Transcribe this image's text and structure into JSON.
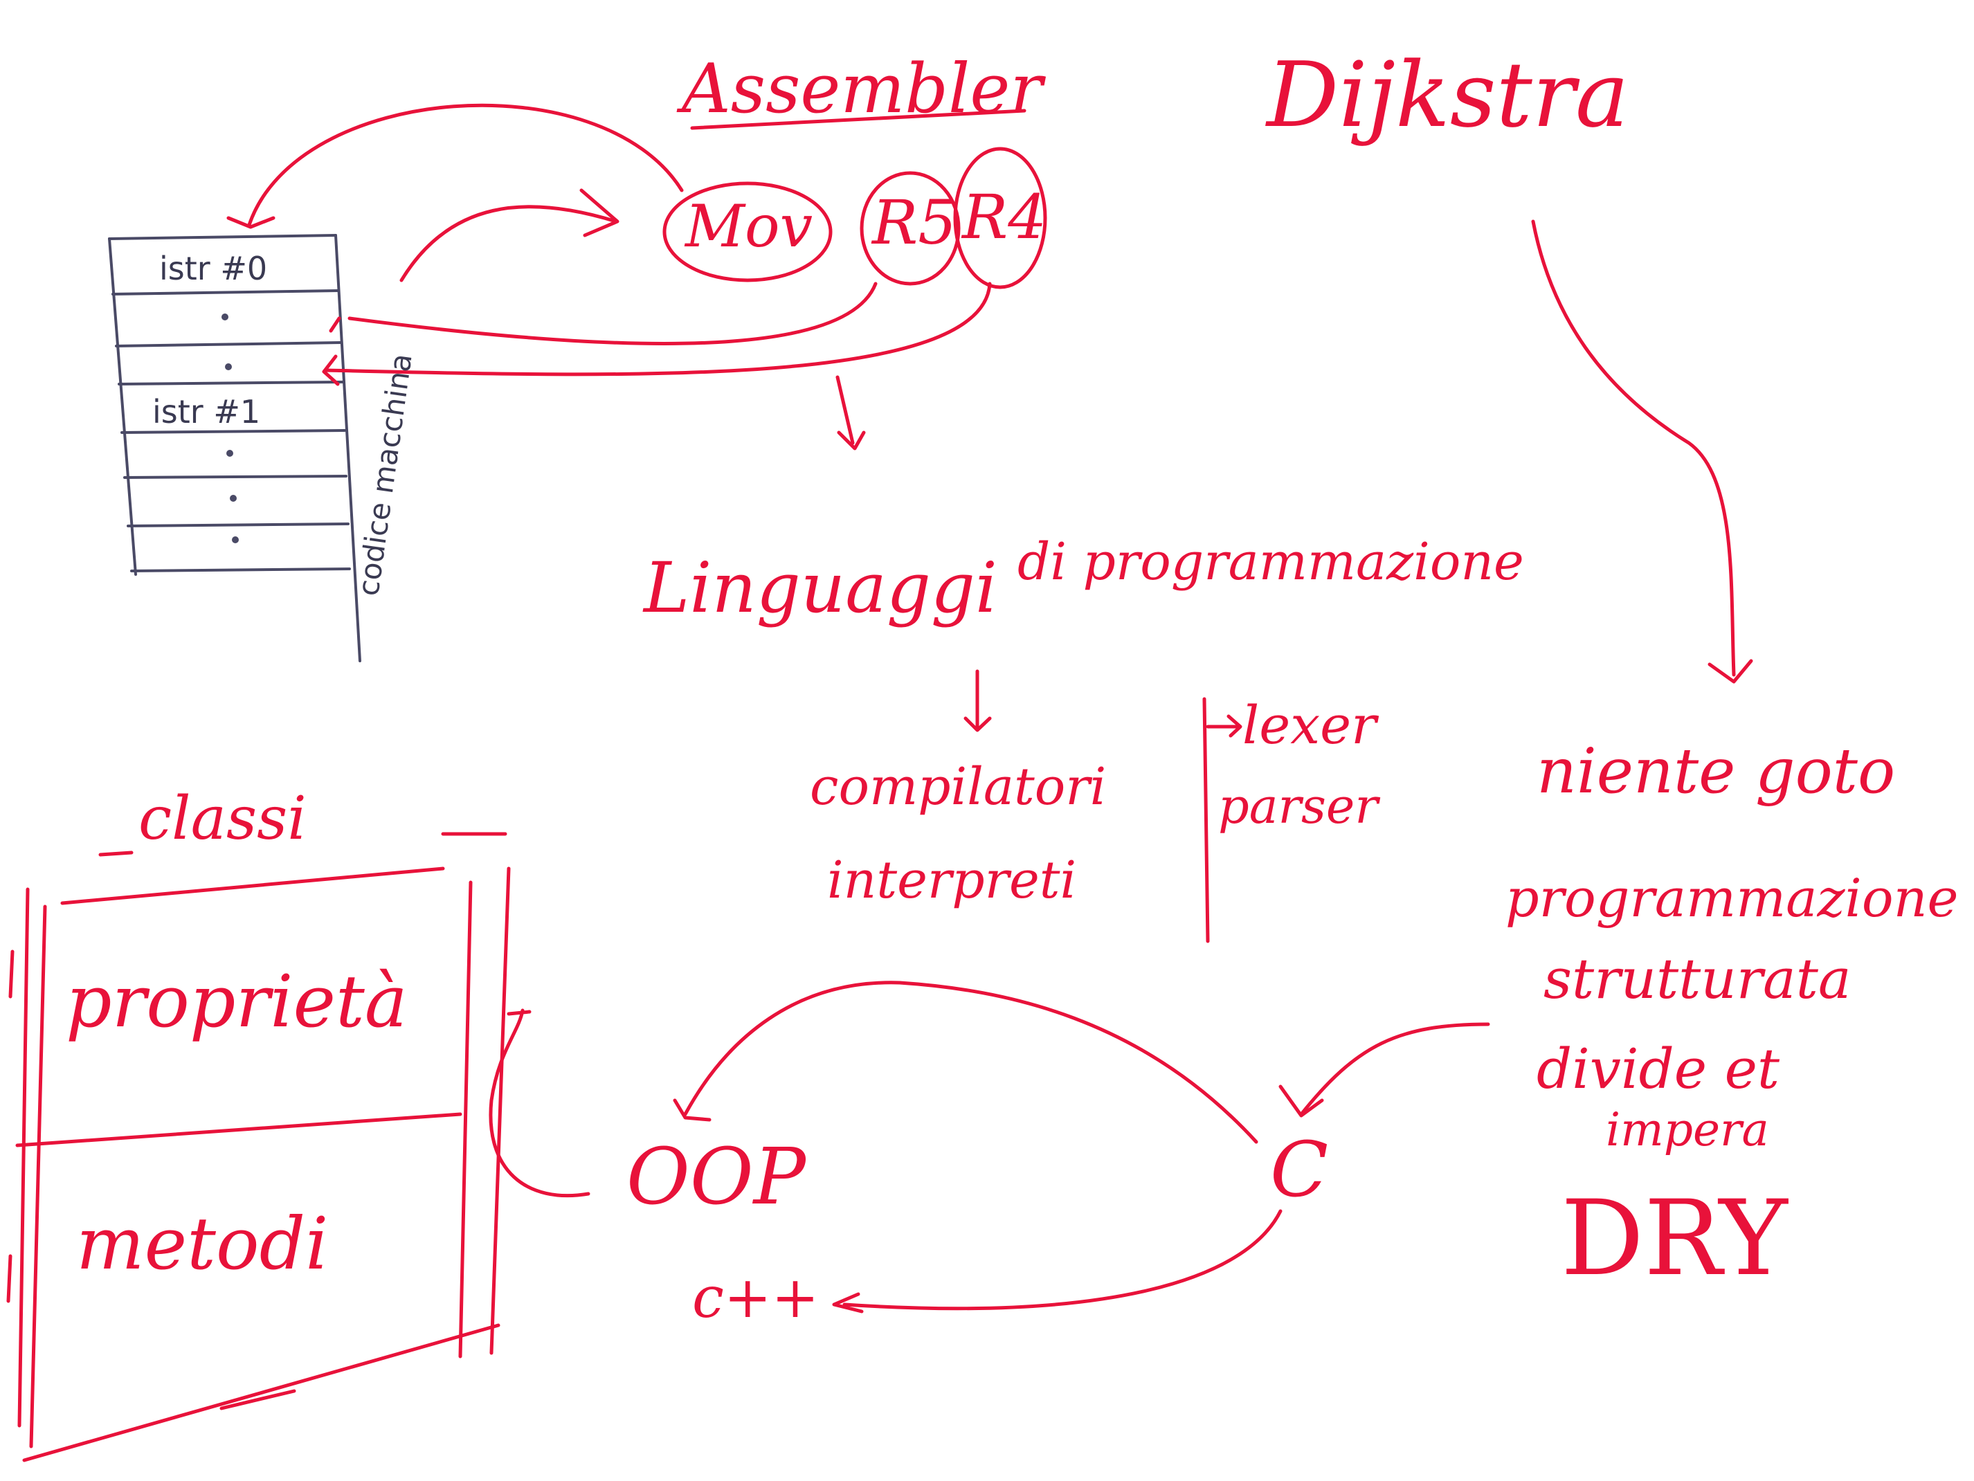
{
  "whiteboard": {
    "labels": {
      "assembler": "Assembler",
      "mov": "Mov",
      "r5": "R5",
      "r4": "R4",
      "dijkstra": "Dijkstra",
      "istr0": "istr #0",
      "istr1": "istr #1",
      "codice_macchina": "codice macchina",
      "linguaggi": "Linguaggi",
      "di_programmazione": "di programmazione",
      "compilatori": "compilatori",
      "interpreti": "interpreti",
      "lexer": "lexer",
      "parser": "parser",
      "niente_goto": "niente goto",
      "programmazione": "programmazione",
      "strutturata": "strutturata",
      "divide_et": "divide et",
      "impera": "impera",
      "dry": "DRY",
      "classi": "classi",
      "proprieta": "proprietà",
      "metodi": "metodi",
      "oop": "OOP",
      "c": "C",
      "cpp": "c++"
    },
    "ink_colors": {
      "marker_red": "#e8123a",
      "pen_gray": "#4a4a66"
    }
  }
}
